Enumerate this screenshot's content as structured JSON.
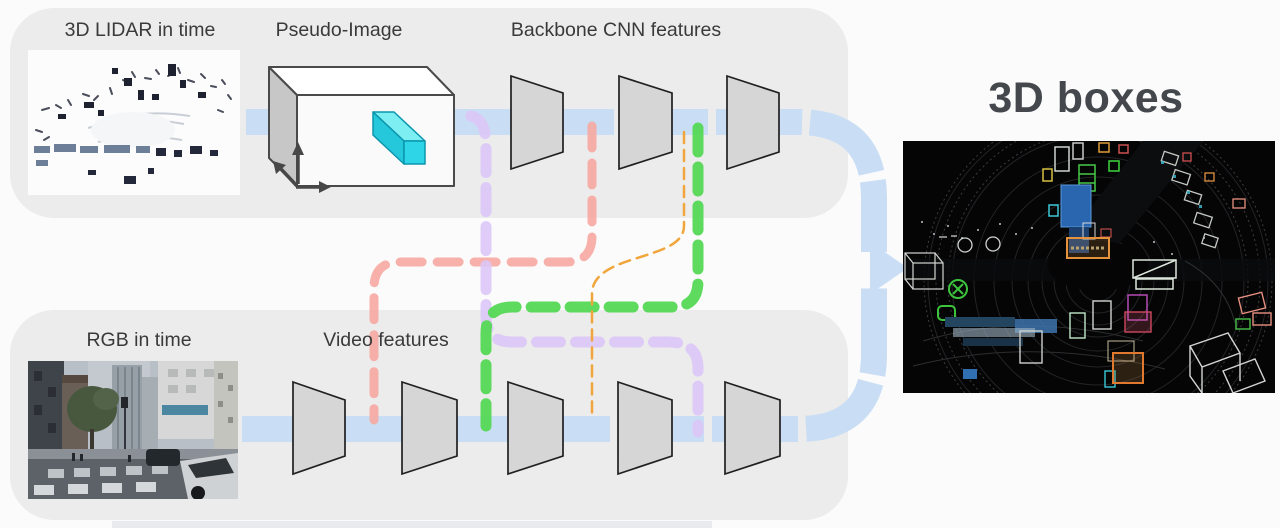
{
  "page": {
    "background": "#fbfbfb"
  },
  "panels": {
    "lidar_branch": {
      "labels": {
        "input": "3D LIDAR in time",
        "pseudo_image": "Pseudo-Image",
        "features": "Backbone CNN features"
      },
      "feature_trapezoid_count": 3
    },
    "video_branch": {
      "labels": {
        "input": "RGB in time",
        "features": "Video features"
      },
      "feature_trapezoid_count": 5
    }
  },
  "output": {
    "label": "3D boxes"
  },
  "colors": {
    "panel": "#ececec",
    "flow_blue": "#c9def5",
    "connector_purple": "#dcc6f7",
    "connector_red": "#f6a8a1",
    "connector_green": "#55d855",
    "connector_orange": "#f0a63c",
    "trapezoid_fill": "#d6d6d6",
    "trapezoid_stroke": "#202020",
    "pseudo_box_cyan": "#2ed5e6"
  }
}
